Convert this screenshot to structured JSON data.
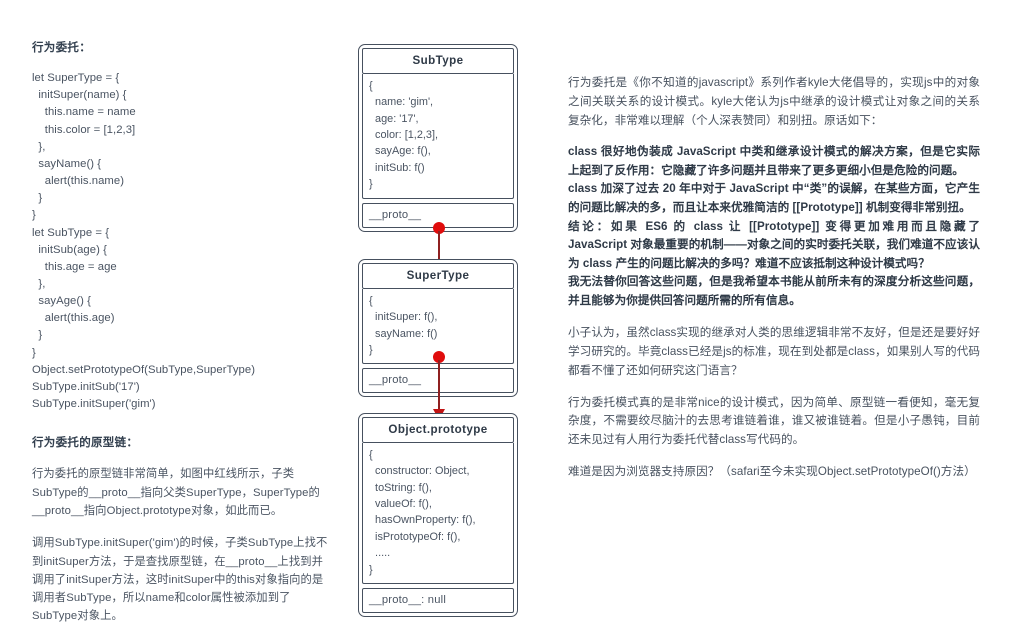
{
  "colors": {
    "text": "#48525f",
    "heading": "#33404f",
    "box_border": "#46505e",
    "link_dot": "#e00c0c",
    "link_line": "#8f2020",
    "arrow_head": "#c11313",
    "background": "#ffffff"
  },
  "left": {
    "heading_1": "行为委托：",
    "code": "let SuperType = {\n  initSuper(name) {\n    this.name = name\n    this.color = [1,2,3]\n  },\n  sayName() {\n    alert(this.name)\n  }\n}\nlet SubType = {\n  initSub(age) {\n    this.age = age\n  },\n  sayAge() {\n    alert(this.age)\n  }\n}\nObject.setPrototypeOf(SubType,SuperType)\nSubType.initSub('17')\nSubType.initSuper('gim')",
    "heading_2": "行为委托的原型链：",
    "para_1": "行为委托的原型链非常简单，如图中红线所示，子类SubType的__proto__指向父类SuperType，SuperType的__proto__指向Object.prototype对象，如此而已。",
    "para_2": "调用SubType.initSuper('gim')的时候，子类SubType上找不到initSuper方法，于是查找原型链，在__proto__上找到并调用了initSuper方法，这时initSuper中的this对象指向的是调用者SubType，所以name和color属性被添加到了SubType对象上。"
  },
  "diagram": {
    "boxes": [
      {
        "title": "SubType",
        "body": "{\n  name: 'gim',\n  age: '17',\n  color: [1,2,3],\n  sayAge: f(),\n  initSub: f()\n}",
        "proto": "__proto__"
      },
      {
        "title": "SuperType",
        "body": "{\n  initSuper: f(),\n  sayName: f()\n}",
        "proto": "__proto__"
      },
      {
        "title": "Object.prototype",
        "body": "{\n  constructor: Object,\n  toString: f(),\n  valueOf: f(),\n  hasOwnProperty: f(),\n  isPrototypeOf: f(),\n  .....\n}",
        "proto": "__proto__: null"
      }
    ]
  },
  "right": {
    "intro": "行为委托是《你不知道的javascript》系列作者kyle大佬倡导的，实现js中的对象之间关联关系的设计模式。kyle大佬认为js中继承的设计模式让对象之间的关系复杂化，非常难以理解（个人深表赞同）和别扭。原话如下：",
    "quote_1": "class 很好地伪装成 JavaScript 中类和继承设计模式的解决方案，但是它实际上起到了反作用：它隐藏了许多问题并且带来了更多更细小但是危险的问题。",
    "quote_2": "class 加深了过去 20 年中对于 JavaScript 中“类”的误解，在某些方面，它产生的问题比解决的多，而且让本来优雅简洁的 [[Prototype]] 机制变得非常别扭。",
    "quote_3": "结论：如果 ES6 的 class 让 [[Prototype]] 变得更加难用而且隐藏了 JavaScript 对象最重要的机制——对象之间的实时委托关联，我们难道不应该认为 class 产生的问题比解决的多吗？难道不应该抵制这种设计模式吗？",
    "quote_4": "我无法替你回答这些问题，但是我希望本书能从前所未有的深度分析这些问题，并且能够为你提供回答问题所需的所有信息。",
    "comment_1": "小子认为，虽然class实现的继承对人类的思维逻辑非常不友好，但是还是要好好学习研究的。毕竟class已经是js的标准，现在到处都是class，如果别人写的代码都看不懂了还如何研究这门语言？",
    "comment_2": "行为委托模式真的是非常nice的设计模式，因为简单、原型链一看便知，毫无复杂度，不需要绞尽脑汁的去思考谁链着谁，谁又被谁链着。但是小子愚钝，目前还未见过有人用行为委托代替class写代码的。",
    "comment_3": "难道是因为浏览器支持原因？（safari至今未实现Object.setPrototypeOf()方法）"
  }
}
